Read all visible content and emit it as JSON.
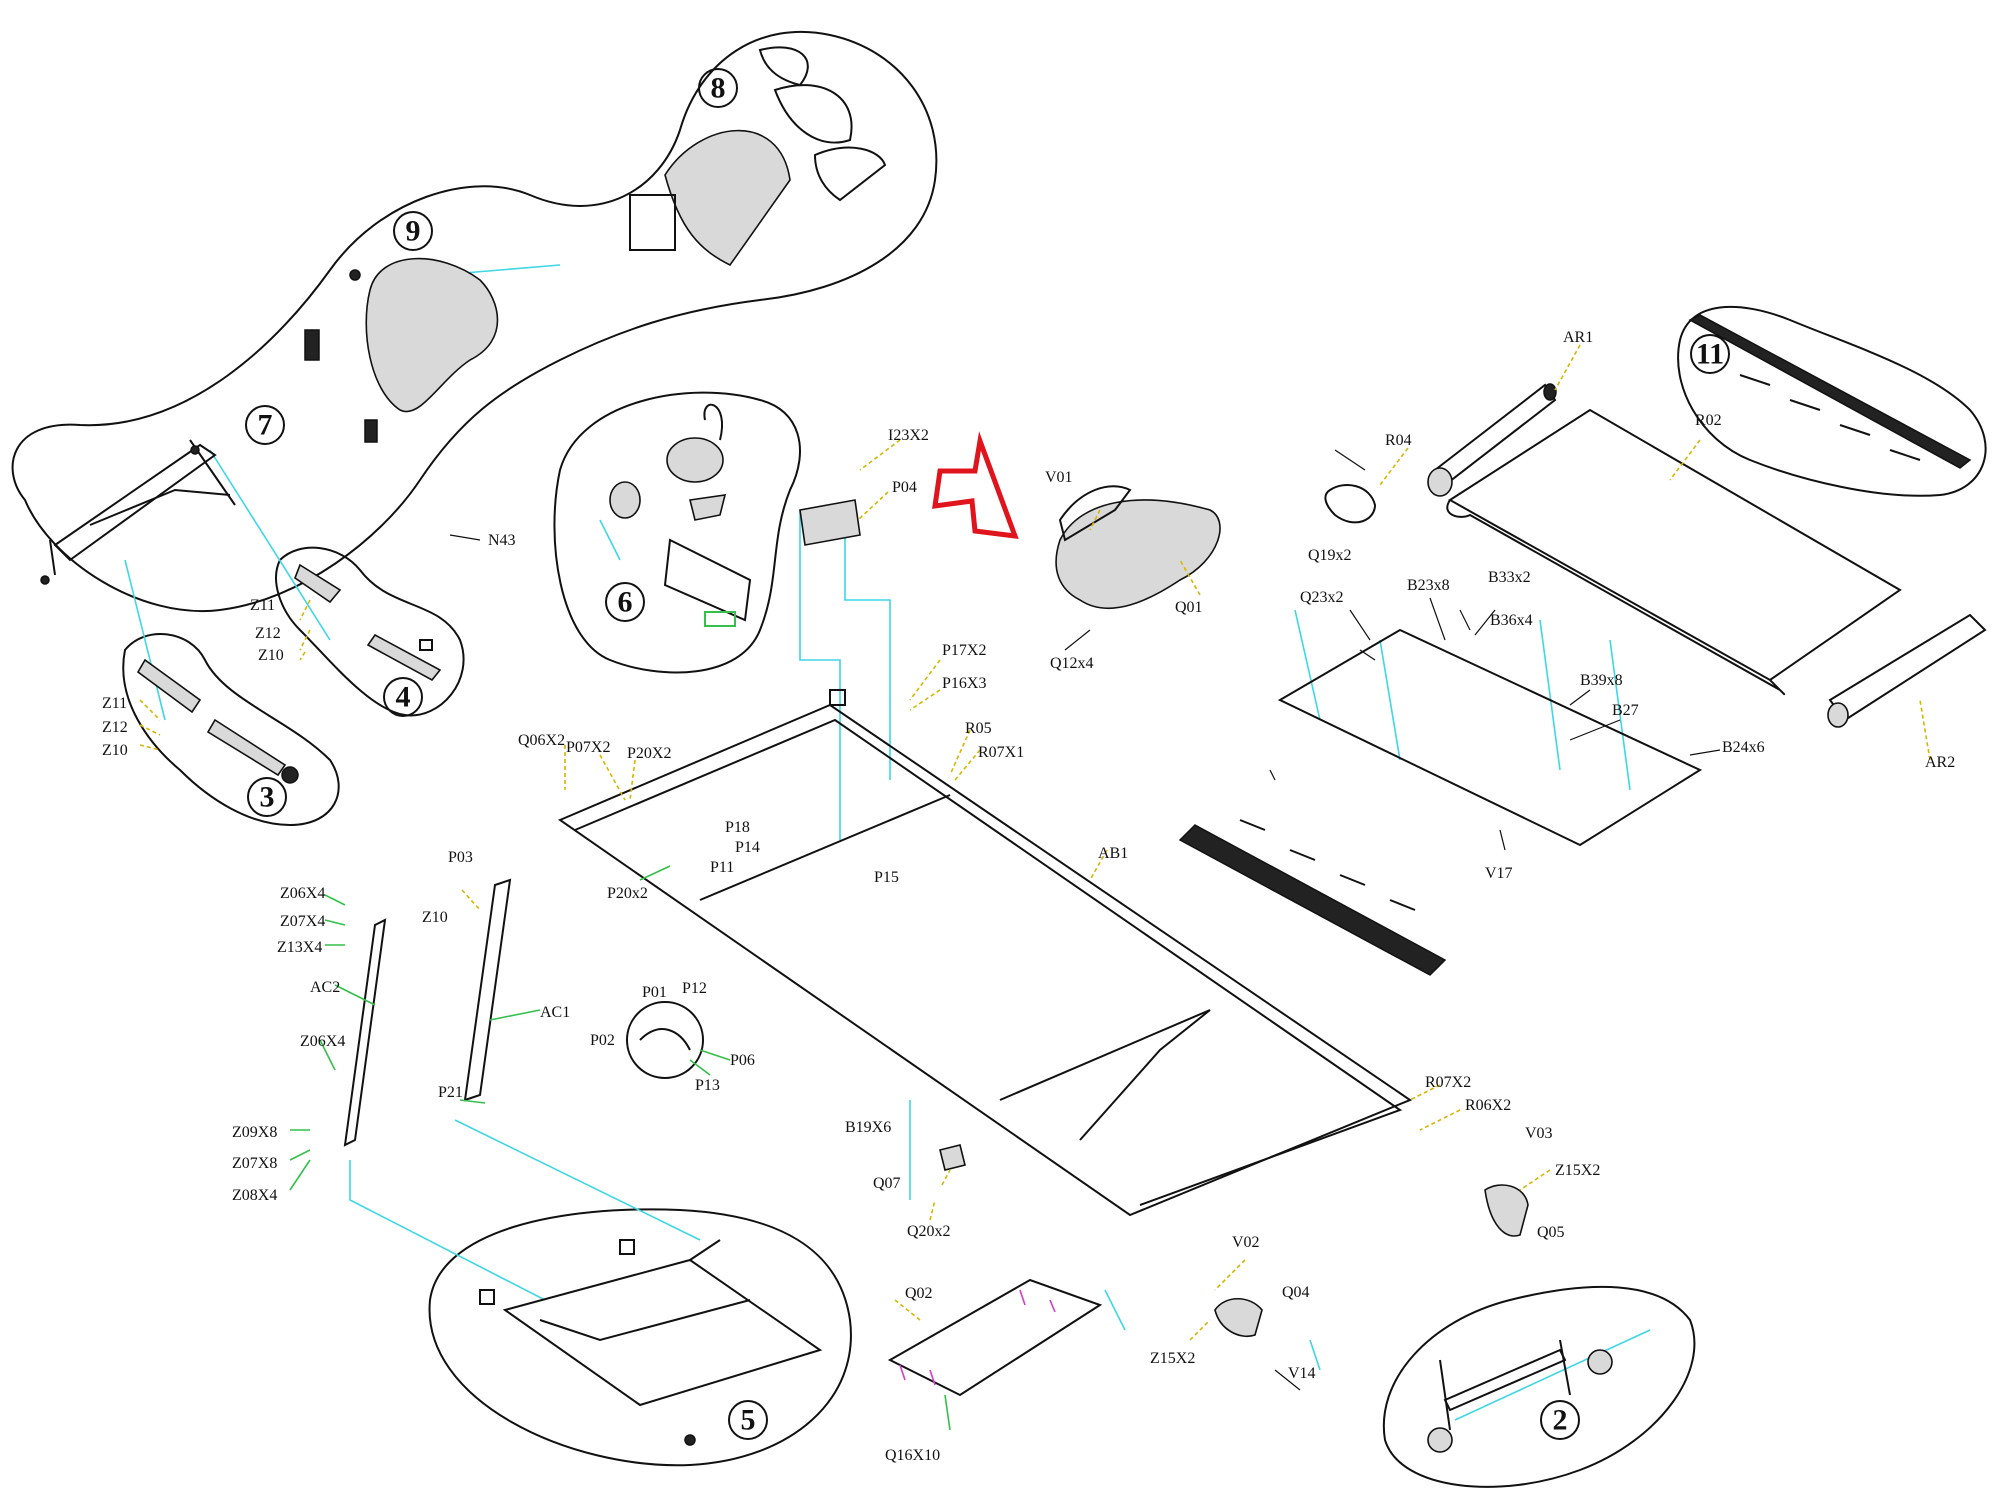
{
  "colors": {
    "leader_yellow": "#d6b600",
    "leader_green": "#34c04a",
    "assembly_line": "#3fd6e6",
    "highlight_arrow": "#e0141c",
    "hardware_magenta": "#d43ad0"
  },
  "group_numbers": [
    "2",
    "3",
    "4",
    "5",
    "6",
    "7",
    "8",
    "9",
    "11"
  ],
  "labels": {
    "AR1": "AR1",
    "R02": "R02",
    "R04": "R04",
    "V01": "V01",
    "Q01": "Q01",
    "Q12x4": "Q12x4",
    "I23X2": "I23X2",
    "P04": "P04",
    "N43": "N43",
    "Q19x2": "Q19x2",
    "Q23x2": "Q23x2",
    "B23x8": "B23x8",
    "B33x2": "B33x2",
    "B36x4": "B36x4",
    "B39x8": "B39x8",
    "B27": "B27",
    "B24x6": "B24x6",
    "AR2": "AR2",
    "V17": "V17",
    "P17X2": "P17X2",
    "P16X3": "P16X3",
    "R05": "R05",
    "R07X1": "R07X1",
    "AB1": "AB1",
    "Q06X2": "Q06X2",
    "P07X2": "P07X2",
    "P20X2": "P20X2",
    "P18": "P18",
    "P14": "P14",
    "P11": "P11",
    "P20x2": "P20x2",
    "P15": "P15",
    "Z11": "Z11",
    "Z12": "Z12",
    "Z10": "Z10",
    "Z06X4": "Z06X4",
    "Z07X4": "Z07X4",
    "Z13X4": "Z13X4",
    "AC2": "AC2",
    "AC1": "AC1",
    "P03": "P03",
    "Z10b": "Z10",
    "Z06X4b": "Z06X4",
    "Z09X8": "Z09X8",
    "Z07X8": "Z07X8",
    "Z08X4": "Z08X4",
    "P21": "P21",
    "P01": "P01",
    "P12": "P12",
    "P02": "P02",
    "P13": "P13",
    "P06": "P06",
    "B19X6": "B19X6",
    "Q07": "Q07",
    "Q20x2": "Q20x2",
    "R07X2": "R07X2",
    "R06X2": "R06X2",
    "V03": "V03",
    "Z15X2": "Z15X2",
    "Q05": "Q05",
    "V02": "V02",
    "Q04": "Q04",
    "Z15X2b": "Z15X2",
    "V14": "V14",
    "Q02": "Q02",
    "Q16X10": "Q16X10"
  }
}
